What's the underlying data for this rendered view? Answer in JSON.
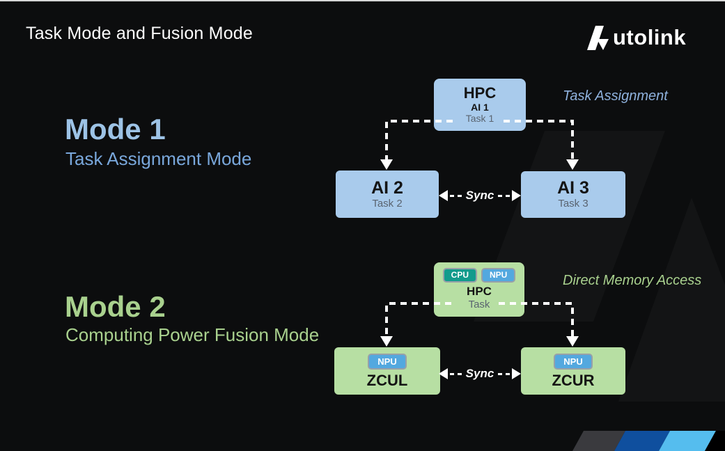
{
  "slide": {
    "title": "Task Mode and Fusion Mode"
  },
  "logo": {
    "brand": "Autolink",
    "text": "utolink"
  },
  "mode1": {
    "heading": "Mode 1",
    "subheading": "Task Assignment Mode",
    "annotation": "Task Assignment",
    "sync_label": "Sync",
    "hpc_box": {
      "title": "HPC",
      "subtitle": "AI 1",
      "task": "Task 1"
    },
    "left_box": {
      "title": "AI 2",
      "task": "Task 2"
    },
    "right_box": {
      "title": "AI 3",
      "task": "Task 3"
    }
  },
  "mode2": {
    "heading": "Mode 2",
    "subheading": "Computing Power Fusion Mode",
    "annotation": "Direct Memory Access",
    "sync_label": "Sync",
    "hpc_box": {
      "badges": [
        "CPU",
        "NPU"
      ],
      "title": "HPC",
      "task": "Task"
    },
    "left_box": {
      "badge": "NPU",
      "title": "ZCUL"
    },
    "right_box": {
      "badge": "NPU",
      "title": "ZCUR"
    }
  },
  "colors": {
    "background": "#0C0D0E",
    "mode1_accent": "#9DC3E6",
    "mode1_subtitle": "#79A7DB",
    "mode2_accent": "#A9D18E",
    "blue_box": "#A9CBEC",
    "green_box": "#B7DFA3",
    "cpu_badge": "#129B8C",
    "npu_badge": "#53A8DF",
    "connector": "#FFFFFF",
    "stripe_gray": "#3A3A3E",
    "stripe_dark_blue": "#0F4F9E",
    "stripe_light_blue": "#55BDEE"
  }
}
